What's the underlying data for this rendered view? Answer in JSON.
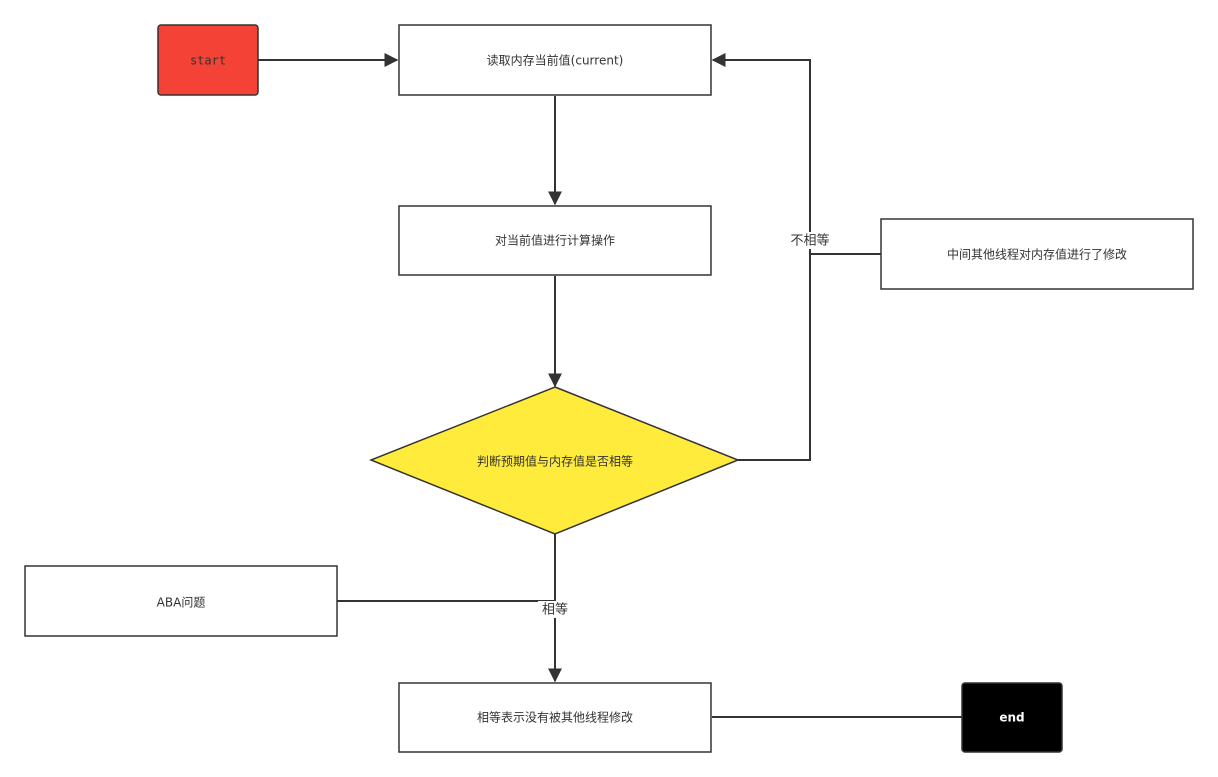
{
  "nodes": {
    "start": {
      "label": "start",
      "color": "#f44336"
    },
    "read_current": {
      "label": "读取内存当前值(current)"
    },
    "compute": {
      "label": "对当前值进行计算操作"
    },
    "decision": {
      "label": "判断预期值与内存值是否相等",
      "color": "#ffeb3b"
    },
    "other_thread": {
      "label": "中间其他线程对内存值进行了修改"
    },
    "aba": {
      "label": "ABA问题"
    },
    "not_modified": {
      "label": "相等表示没有被其他线程修改"
    },
    "end": {
      "label": "end",
      "color": "#000000"
    }
  },
  "edges": {
    "not_equal_label": "不相等",
    "equal_label": "相等"
  }
}
